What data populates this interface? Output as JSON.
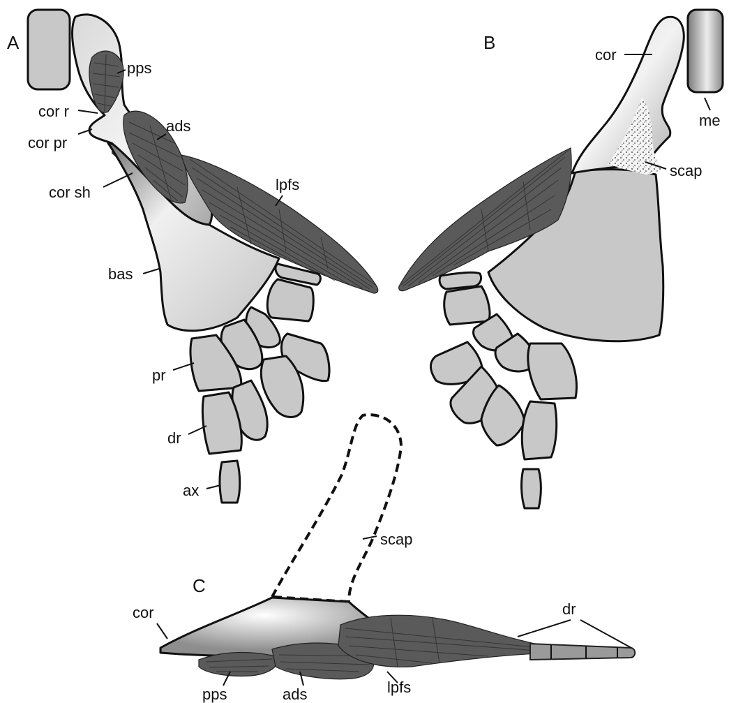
{
  "panels": {
    "a": "A",
    "b": "B",
    "c": "C"
  },
  "labels": {
    "a_pps": "pps",
    "a_cor_r": "cor r",
    "a_ads": "ads",
    "a_cor_pr": "cor pr",
    "a_cor_sh": "cor sh",
    "a_lpfs": "lpfs",
    "a_bas": "bas",
    "a_pr": "pr",
    "a_dr": "dr",
    "a_ax": "ax",
    "b_cor": "cor",
    "b_me": "me",
    "b_scap": "scap",
    "c_scap": "scap",
    "c_cor": "cor",
    "c_dr": "dr",
    "c_pps": "pps",
    "c_ads": "ads",
    "c_lpfs": "lpfs"
  }
}
